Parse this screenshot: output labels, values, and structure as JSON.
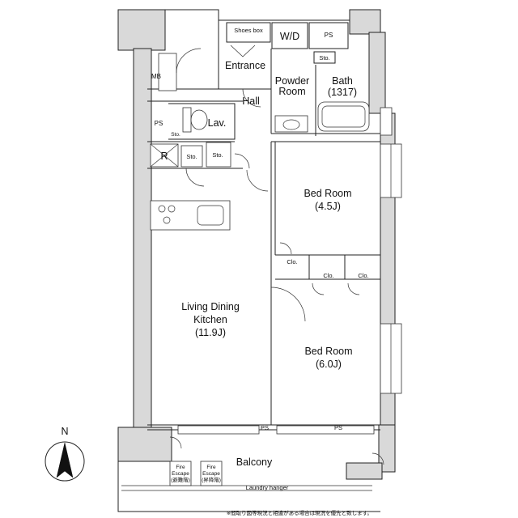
{
  "rooms": {
    "shoes_box": "Shoes box",
    "wd": "W/D",
    "ps_top": "PS",
    "sto_bath": "Sto.",
    "entrance": "Entrance",
    "powder_room_1": "Powder",
    "powder_room_2": "Room",
    "bath_1": "Bath",
    "bath_2": "(1317)",
    "mb": "MB",
    "hall": "Hall",
    "ps_left": "PS",
    "lav": "Lav.",
    "sto_lav": "Sto.",
    "r": "R",
    "sto_1": "Sto.",
    "sto_2": "Sto.",
    "bed1_1": "Bed Room",
    "bed1_2": "(4.5J)",
    "clo_1": "Clo.",
    "clo_2": "Clo.",
    "clo_3": "Clo.",
    "ldk_1": "Living Dining",
    "ldk_2": "Kitchen",
    "ldk_3": "(11.9J)",
    "bed2_1": "Bed Room",
    "bed2_2": "(6.0J)",
    "ps_b1": "PS",
    "ps_b2": "PS",
    "balcony": "Balcony",
    "fire1_1": "Fire",
    "fire1_2": "Escape",
    "fire1_3": "(避難階)",
    "fire2_1": "Fire",
    "fire2_2": "Escape",
    "fire2_3": "(昇降階)",
    "laundry": "Laundry hanger"
  },
  "compass": {
    "label": "N"
  },
  "note": "※間取り図等現況と相違がある場合は現況を優先と致します。"
}
